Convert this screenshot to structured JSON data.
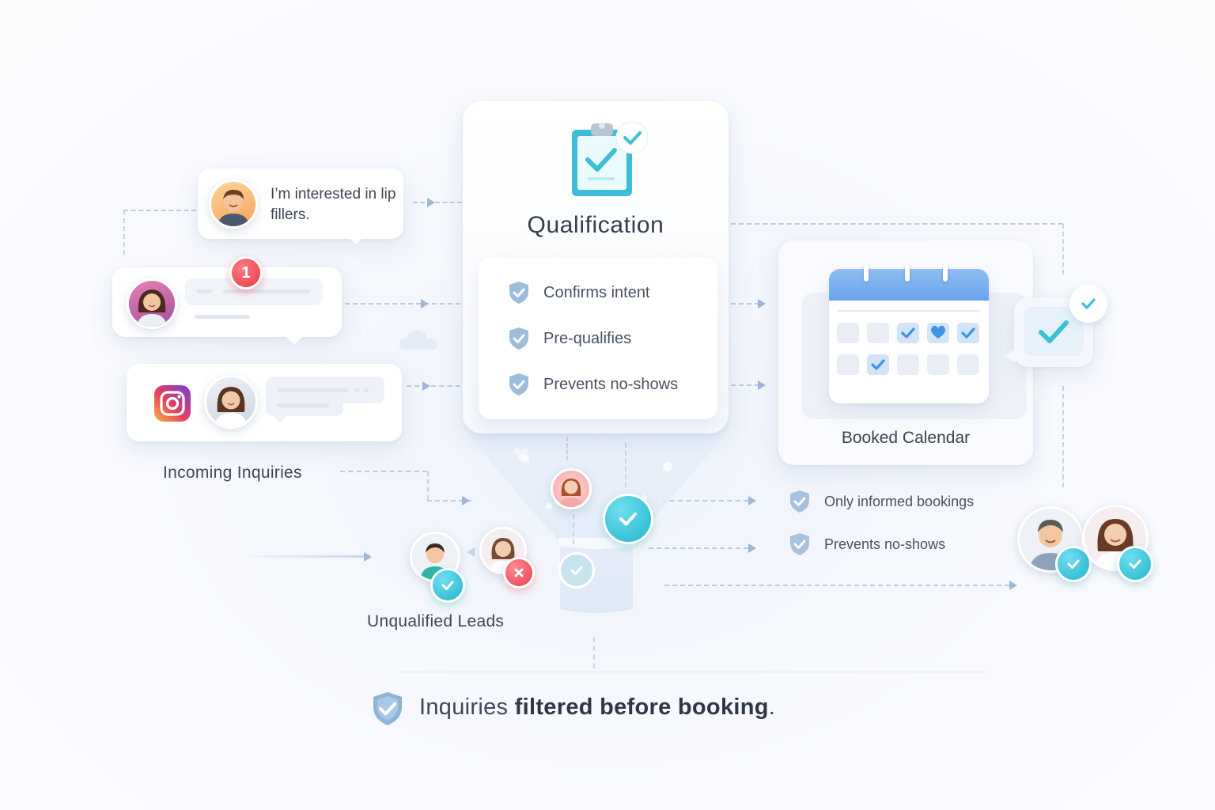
{
  "chat_bubble": {
    "text": "I’m interested in lip fillers."
  },
  "notification": {
    "count": "1"
  },
  "labels": {
    "incoming": "Incoming Inquiries",
    "qualification": "Qualification",
    "booked_calendar": "Booked Calendar",
    "unqualified": "Unqualified Leads"
  },
  "qualification_criteria": [
    "Confirms intent",
    "Pre-qualifies",
    "Prevents no-shows"
  ],
  "outcomes": [
    "Only informed bookings",
    "Prevents no-shows"
  ],
  "footer": {
    "prefix": "Inquiries ",
    "bold": "filtered before booking",
    "suffix": "."
  },
  "colors": {
    "accent_teal": "#3fc3d6",
    "shield_blue": "#8fb3d6",
    "calendar_blue": "#6aa3ec",
    "reject_red": "#ef5a64"
  },
  "icons": [
    "clipboard-check-icon",
    "instagram-icon",
    "shield-check-icon",
    "calendar-icon",
    "chat-bubble-icon",
    "cloud-icon",
    "funnel-icon"
  ]
}
